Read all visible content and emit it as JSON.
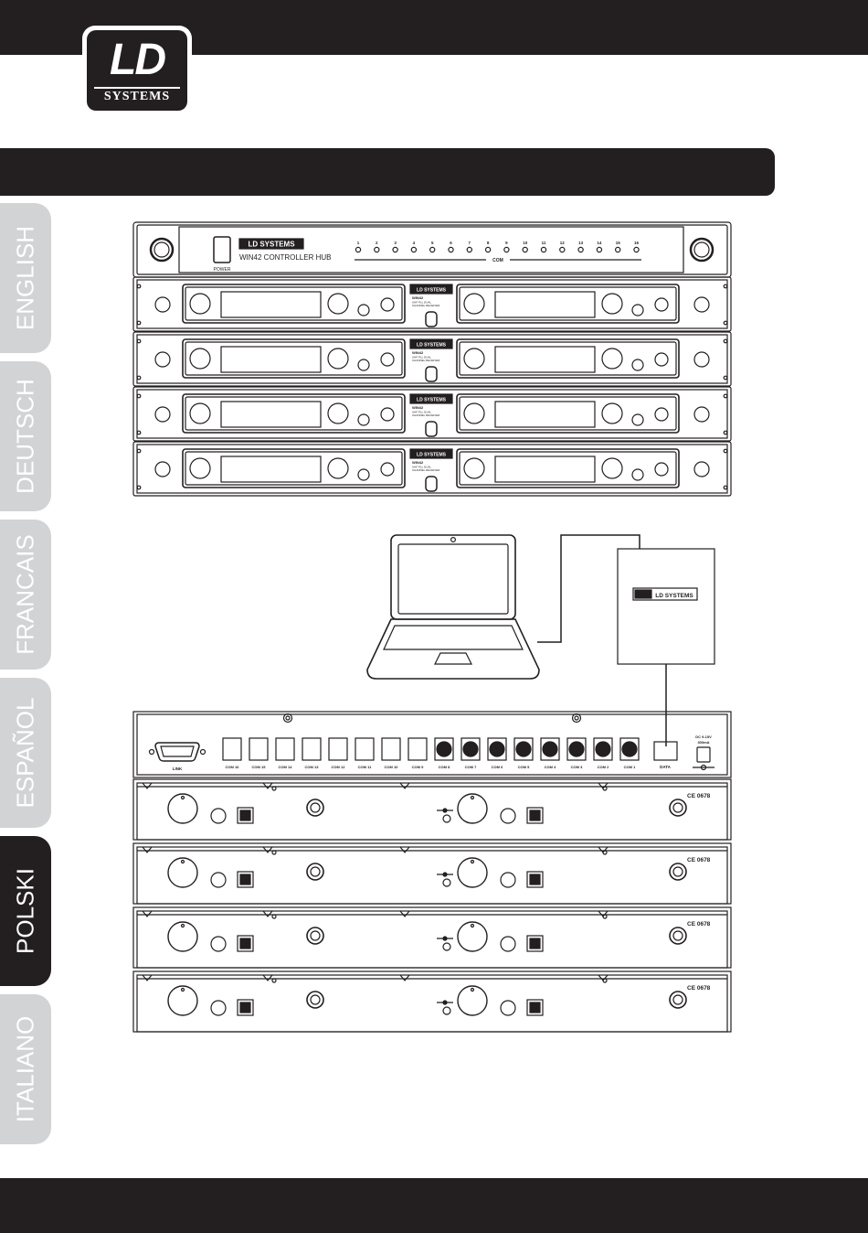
{
  "logo": {
    "main": "LD",
    "sub": "SYSTEMS"
  },
  "tabs": [
    {
      "label": "ENGLISH",
      "active": false
    },
    {
      "label": "DEUTSCH",
      "active": false
    },
    {
      "label": "FRANCAIS",
      "active": false
    },
    {
      "label": "ESPAÑOL",
      "active": false
    },
    {
      "label": "POLSKI",
      "active": true
    },
    {
      "label": "ITALIANO",
      "active": false
    }
  ],
  "hub": {
    "brand": "LD SYSTEMS",
    "model": "WIN42 CONTROLLER HUB",
    "power_label": "POWER",
    "com_label": "COM",
    "channels": [
      "1",
      "2",
      "3",
      "4",
      "5",
      "6",
      "7",
      "8",
      "9",
      "10",
      "11",
      "12",
      "13",
      "14",
      "15",
      "16"
    ]
  },
  "receiver": {
    "brand": "LD SYSTEMS",
    "model": "WIN42",
    "desc1": "UHF PLL DUAL",
    "desc2": "CHANNEL RECEIVER"
  },
  "computer_box": {
    "brand": "LD SYSTEMS"
  },
  "rear_panel": {
    "link_label": "LINK",
    "ports": [
      "COM 16",
      "COM 15",
      "COM 14",
      "COM 13",
      "COM 12",
      "COM 11",
      "COM 10",
      "COM 9",
      "COM 8",
      "COM 7",
      "COM 6",
      "COM 5",
      "COM 4",
      "COM 3",
      "COM 2",
      "COM 1"
    ],
    "data_label": "DATA",
    "power_spec_1": "DC 9-15V",
    "power_spec_2": "300mA",
    "cert": "CE 0678"
  }
}
